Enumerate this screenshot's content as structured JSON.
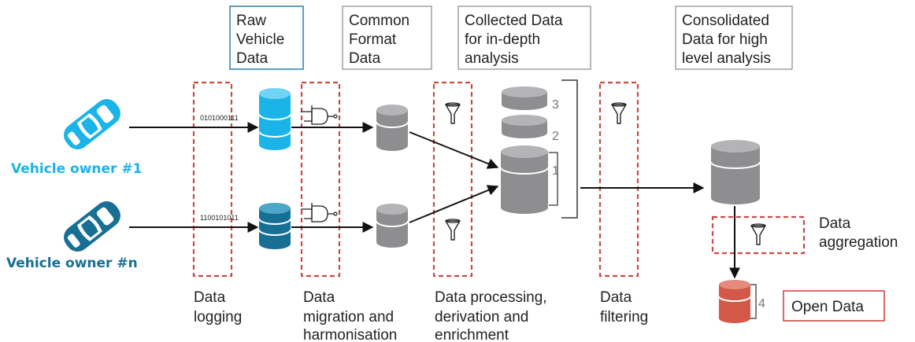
{
  "header_boxes": {
    "raw": [
      "Raw",
      "Vehicle",
      "Data"
    ],
    "common": [
      "Common",
      "Format",
      "Data"
    ],
    "collected": [
      "Collected Data",
      "for in-depth",
      "analysis"
    ],
    "consolidated": [
      "Consolidated",
      "Data for high",
      "level analysis"
    ]
  },
  "owners": {
    "first": "Vehicle owner #1",
    "nth": "Vehicle owner #n"
  },
  "bits": {
    "first": "0101000111",
    "nth": "1100101011"
  },
  "stages": {
    "logging": [
      "Data",
      "logging"
    ],
    "migration": [
      "Data",
      "migration and",
      "harmonisation"
    ],
    "processing": [
      "Data processing,",
      "derivation and",
      "enrichment"
    ],
    "filtering": [
      "Data",
      "filtering"
    ],
    "aggregation": [
      "Data",
      "aggregation"
    ]
  },
  "levels": {
    "three": "3",
    "two": "2",
    "one": "1",
    "four": "4"
  },
  "open_data": "Open Data",
  "colors": {
    "owner1": "#1ab4e8",
    "ownerN": "#176f94",
    "grey_db": "#8e8e90",
    "red_dashed": "#c94a45",
    "open_data_db": "#d35848",
    "raw_box_border": "#2a7fa8"
  }
}
